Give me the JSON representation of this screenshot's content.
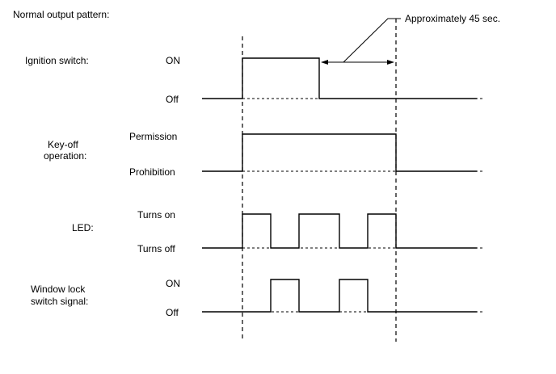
{
  "title": "Normal output pattern:",
  "annotation": "Approximately 45 sec.",
  "signals": [
    {
      "name": "Ignition switch:",
      "high": "ON",
      "low": "Off"
    },
    {
      "name_line1": "Key-off",
      "name_line2": "operation:",
      "high": "Permission",
      "low": "Prohibition"
    },
    {
      "name": "LED:",
      "high": "Turns on",
      "low": "Turns off"
    },
    {
      "name_line1": "Window lock",
      "name_line2": "switch signal:",
      "high": "ON",
      "low": "Off"
    }
  ]
}
